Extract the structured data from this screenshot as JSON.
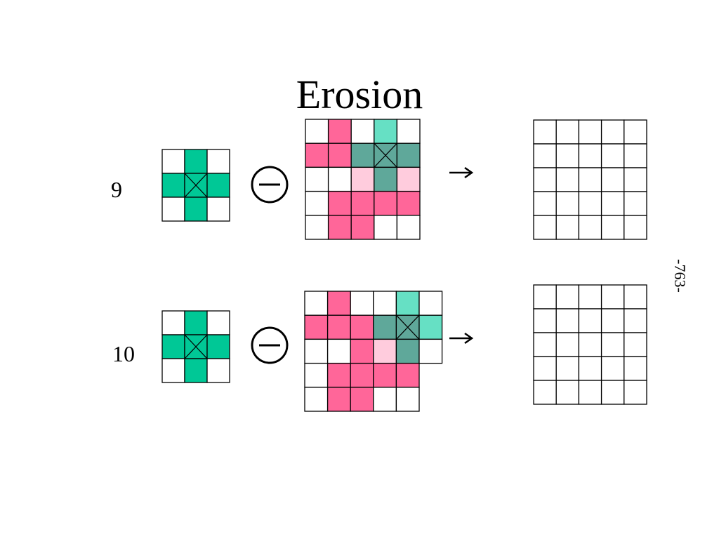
{
  "title": "Erosion",
  "page_number": "-763-",
  "colors": {
    "structuring": "#00C896",
    "image": "#FF6699",
    "overlap_dark": "#5FA89A",
    "overlap_light": "#FFCCDD",
    "probe_light": "#66E0C4",
    "empty": "#FFFFFF",
    "line": "#000000"
  },
  "rows": [
    {
      "label": "9",
      "structuring_element": [
        [
          "e",
          "s",
          "e"
        ],
        [
          "s",
          "sx",
          "s"
        ],
        [
          "e",
          "s",
          "e"
        ]
      ],
      "image": [
        [
          "e",
          "i",
          "e",
          "t",
          "e"
        ],
        [
          "i",
          "i",
          "d",
          "dx",
          "d"
        ],
        [
          "e",
          "e",
          "l",
          "d",
          "l"
        ],
        [
          "e",
          "i",
          "i",
          "i",
          "i"
        ],
        [
          "e",
          "i",
          "i",
          "e",
          "e"
        ]
      ],
      "result": [
        [
          "e",
          "e",
          "e",
          "e",
          "e"
        ],
        [
          "e",
          "e",
          "e",
          "e",
          "e"
        ],
        [
          "e",
          "e",
          "e",
          "e",
          "e"
        ],
        [
          "e",
          "e",
          "e",
          "e",
          "e"
        ],
        [
          "e",
          "e",
          "e",
          "e",
          "e"
        ]
      ]
    },
    {
      "label": "10",
      "structuring_element": [
        [
          "e",
          "s",
          "e"
        ],
        [
          "s",
          "sx",
          "s"
        ],
        [
          "e",
          "s",
          "e"
        ]
      ],
      "image": [
        [
          "e",
          "i",
          "e",
          "e",
          "t",
          "e"
        ],
        [
          "i",
          "i",
          "i",
          "d",
          "dx",
          "t"
        ],
        [
          "e",
          "e",
          "i",
          "l",
          "d",
          "e"
        ],
        [
          "e",
          "i",
          "i",
          "i",
          "i",
          null
        ],
        [
          "e",
          "i",
          "i",
          "e",
          "e",
          null
        ]
      ],
      "result": [
        [
          "e",
          "e",
          "e",
          "e",
          "e"
        ],
        [
          "e",
          "e",
          "e",
          "e",
          "e"
        ],
        [
          "e",
          "e",
          "e",
          "e",
          "e"
        ],
        [
          "e",
          "e",
          "e",
          "e",
          "e"
        ],
        [
          "e",
          "e",
          "e",
          "e",
          "e"
        ]
      ]
    }
  ]
}
